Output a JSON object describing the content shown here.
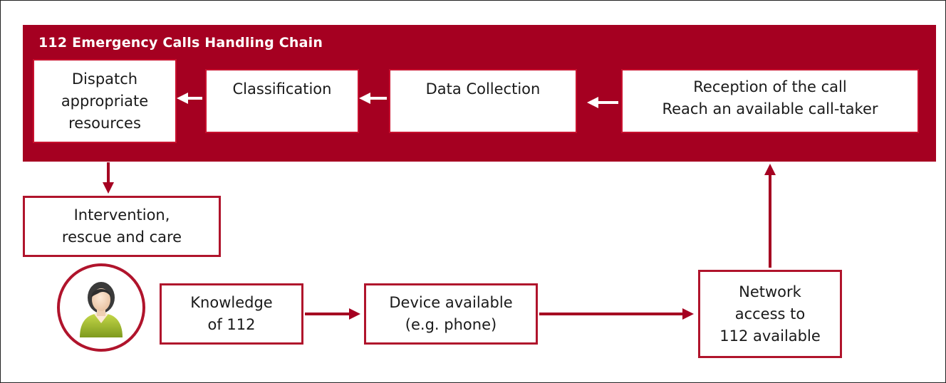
{
  "title": "112 Emergency Calls Handling Chain",
  "chain_steps": {
    "dispatch": "Dispatch\nappropriate\nresources",
    "classification": "Classification",
    "data_collection": "Data Collection",
    "reception": "Reception of the call\nReach an available call-taker"
  },
  "outside_steps": {
    "intervention": "Intervention,\nrescue and care",
    "knowledge": "Knowledge\nof 112",
    "device": "Device available\n(e.g. phone)",
    "network": "Network\naccess to\n112 available"
  },
  "icons": {
    "person": "person-icon"
  },
  "colors": {
    "brand_red": "#a50021",
    "box_border": "#b0142c",
    "text": "#1a1a1a"
  }
}
